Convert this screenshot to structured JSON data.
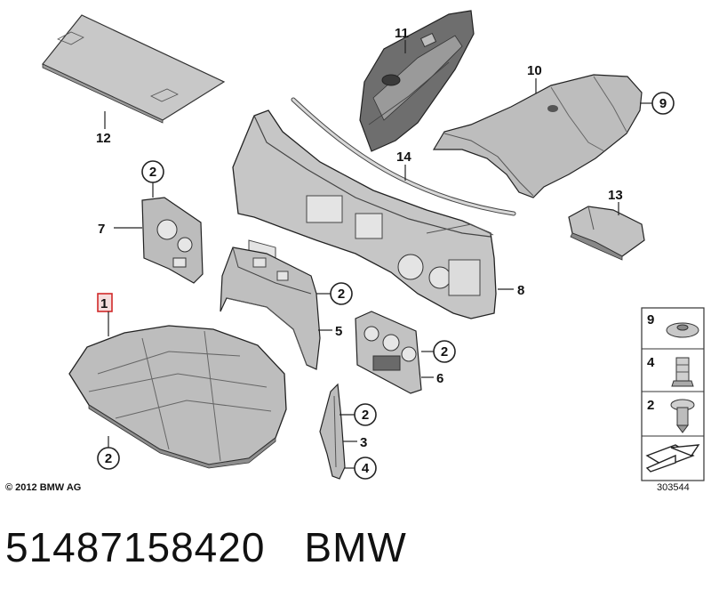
{
  "callouts": [
    {
      "id": "c12",
      "text": "12"
    },
    {
      "id": "c11",
      "text": "11"
    },
    {
      "id": "c10",
      "text": "10"
    },
    {
      "id": "c9",
      "text": "9"
    },
    {
      "id": "c14",
      "text": "14"
    },
    {
      "id": "c13",
      "text": "13"
    },
    {
      "id": "c2a",
      "text": "2"
    },
    {
      "id": "c7",
      "text": "7"
    },
    {
      "id": "c8",
      "text": "8"
    },
    {
      "id": "c2b",
      "text": "2"
    },
    {
      "id": "c5",
      "text": "5"
    },
    {
      "id": "c2c",
      "text": "2"
    },
    {
      "id": "c6",
      "text": "6"
    },
    {
      "id": "c1",
      "text": "1"
    },
    {
      "id": "c2d",
      "text": "2"
    },
    {
      "id": "c2e",
      "text": "2"
    },
    {
      "id": "c3",
      "text": "3"
    },
    {
      "id": "c4",
      "text": "4"
    }
  ],
  "legend": [
    {
      "number": "9",
      "icon": "clip-icon"
    },
    {
      "number": "4",
      "icon": "nut-icon"
    },
    {
      "number": "2",
      "icon": "push-rivet-icon"
    }
  ],
  "copyright": "© 2012 BMW AG",
  "diagram_ref": "303544",
  "footer": {
    "part_number": "51487158420",
    "brand": "BMW"
  },
  "colors": {
    "part_fill": "#c4c4c4",
    "part_dark": "#8a8a8a",
    "line": "#222222",
    "highlight_box": "#d12a2a"
  }
}
